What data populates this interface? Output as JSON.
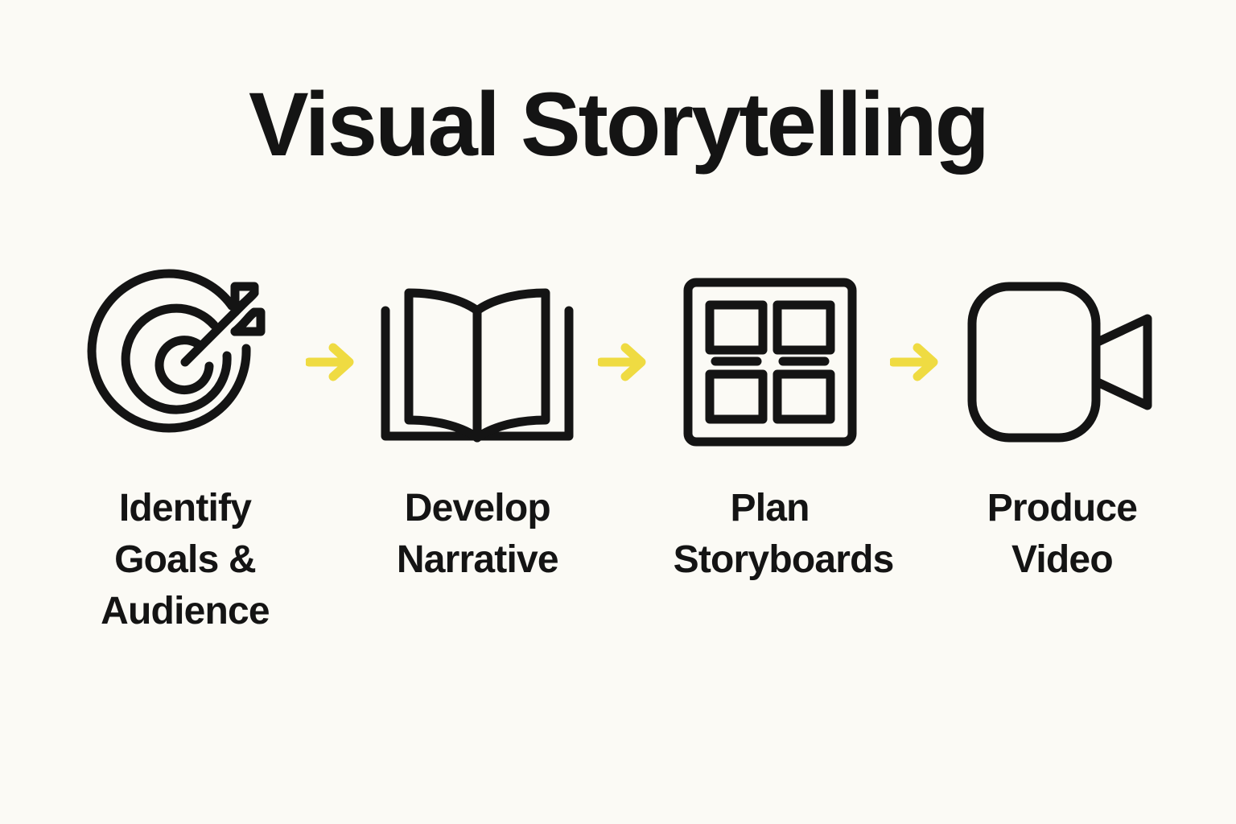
{
  "page": {
    "title": "Visual Storytelling",
    "background_color": "#FBFAF5",
    "text_color": "#141414",
    "accent_color": "#EFDB42",
    "stroke_color": "#141414"
  },
  "steps": [
    {
      "index": 1,
      "icon": "target-arrow-icon",
      "label_lines": [
        "Identify",
        "Goals &",
        "Audience"
      ]
    },
    {
      "index": 2,
      "icon": "open-book-icon",
      "label_lines": [
        "Develop",
        "Narrative"
      ]
    },
    {
      "index": 3,
      "icon": "storyboard-grid-icon",
      "label_lines": [
        "Plan",
        "Storyboards"
      ]
    },
    {
      "index": 4,
      "icon": "video-camera-icon",
      "label_lines": [
        "Produce",
        "Video"
      ]
    }
  ],
  "connectors": [
    {
      "index": 1,
      "icon": "arrow-right-icon",
      "color": "#EFDB42"
    },
    {
      "index": 2,
      "icon": "arrow-right-icon",
      "color": "#EFDB42"
    },
    {
      "index": 3,
      "icon": "arrow-right-icon",
      "color": "#EFDB42"
    }
  ]
}
